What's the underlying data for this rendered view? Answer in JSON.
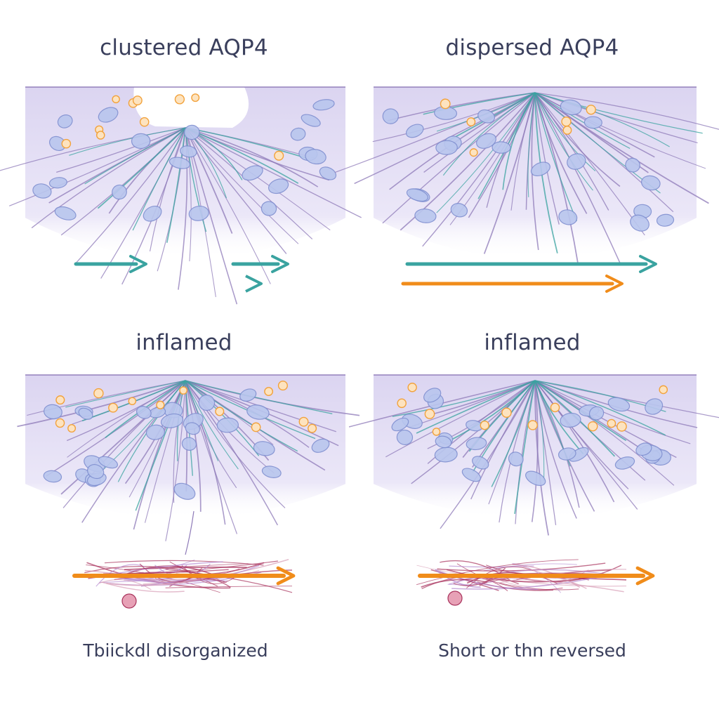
{
  "panels": [
    {
      "title": "clustered AQP4",
      "kind": "clustered"
    },
    {
      "title": "dispersed AQP4",
      "kind": "dispersed"
    },
    {
      "title": "inflamed",
      "kind": "inflamed"
    },
    {
      "title": "inflamed",
      "kind": "inflamed2"
    }
  ],
  "captions": [
    "Tbiickdl disorganized",
    "Short or thn reversed"
  ],
  "colors": {
    "tissue": "#dcd6f2",
    "vessel": "#8e7ab8",
    "cell_fill": "#b9c6ee",
    "cell_stroke": "#7f8fd0",
    "orange_cell": "#f2a23c",
    "teal": "#3aa3a0",
    "orange": "#f08c1a",
    "crimson": "#a8325c"
  }
}
